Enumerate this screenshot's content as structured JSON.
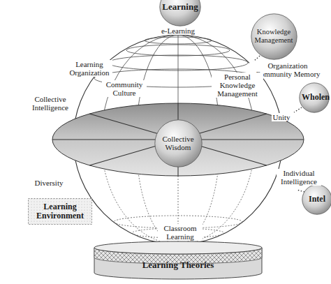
{
  "diagram": {
    "nodes": [
      {
        "text": [
          "Learning"
        ]
      },
      {
        "text": [
          "Knowledge Management"
        ]
      },
      {
        "text": [
          "Wholen"
        ]
      },
      {
        "text": [
          "Collective Wisdom"
        ]
      },
      {
        "text": [
          "Intel"
        ]
      },
      {
        "text": [
          "Learning Environment"
        ]
      },
      {
        "text": [
          "Learning Theories"
        ]
      }
    ],
    "labels": [
      "e-Learning",
      "Learning Organization",
      "Community Culture",
      "Collective Intelligence",
      "Organization Community Memory",
      "Personal Knowledge Management",
      "Unity",
      "Diversity",
      "Individual Intelligence",
      "Classroom Learning"
    ]
  }
}
